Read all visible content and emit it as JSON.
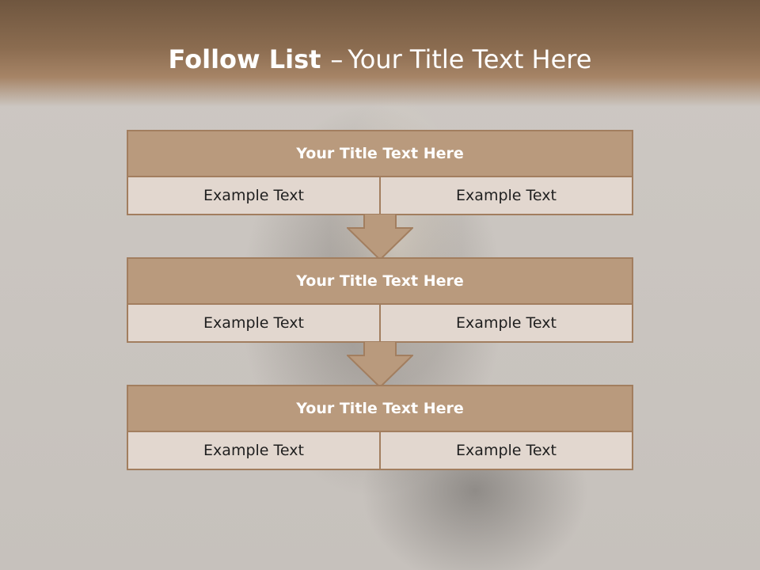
{
  "title": {
    "bold": "Follow List",
    "separator": "–",
    "rest": "Your Title Text Here"
  },
  "steps": [
    {
      "title": "Your Title Text Here",
      "left": "Example Text",
      "right": "Example Text"
    },
    {
      "title": "Your Title Text Here",
      "left": "Example Text",
      "right": "Example Text"
    },
    {
      "title": "Your Title Text Here",
      "left": "Example Text",
      "right": "Example Text"
    }
  ],
  "colors": {
    "header_band": "#8b6c50",
    "step_title_fill": "#b99a7d",
    "step_cell_fill": "#e2d7cf",
    "border": "#a27e5f",
    "arrow_fill": "#b99a7d"
  }
}
